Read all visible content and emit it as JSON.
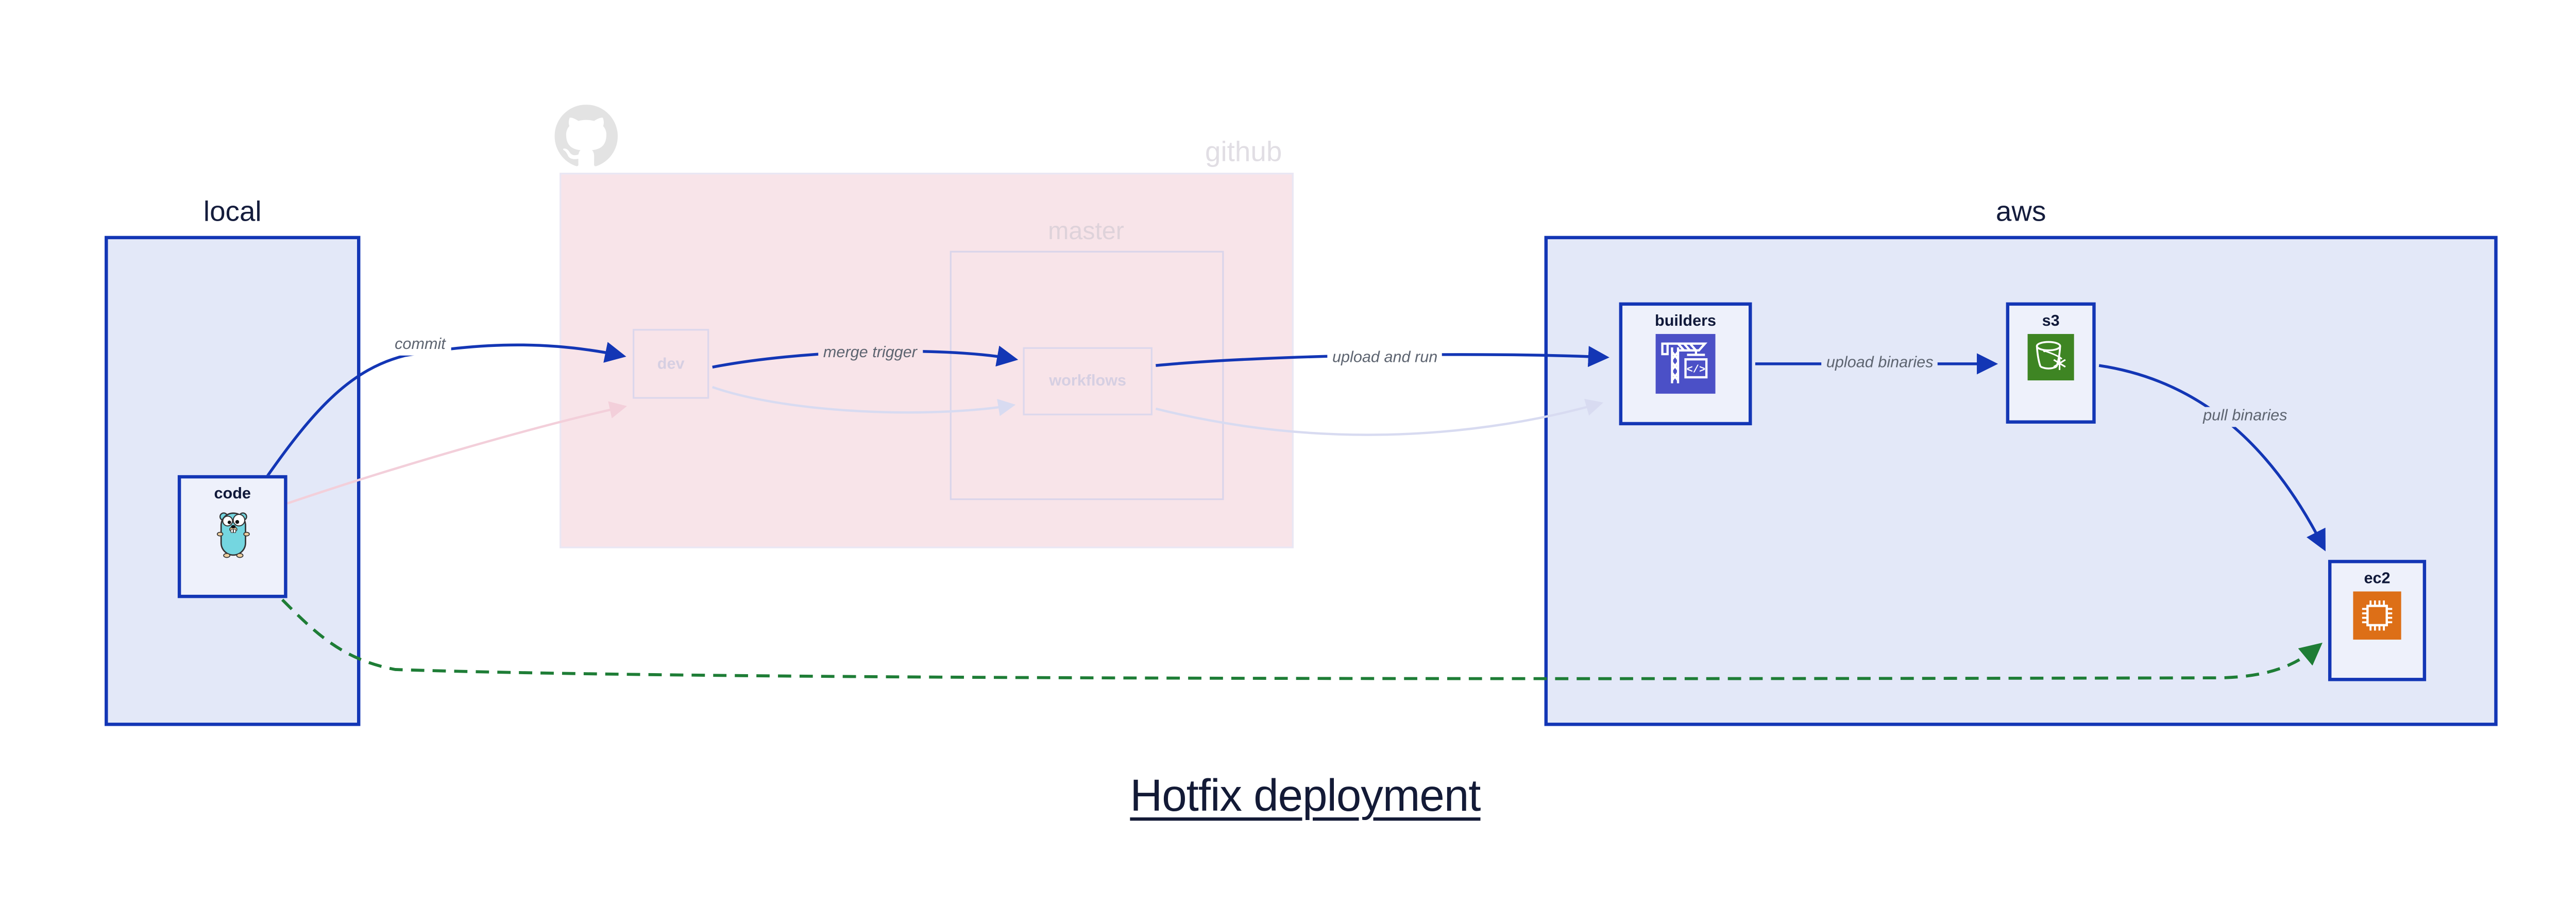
{
  "diagram": {
    "title": "Hotfix deployment",
    "regions": {
      "local": {
        "label": "local"
      },
      "github": {
        "label": "github",
        "branch_label": "master"
      },
      "aws": {
        "label": "aws"
      }
    },
    "nodes": {
      "code": {
        "label": "code",
        "icon": "go-gopher-icon"
      },
      "dev": {
        "label": "dev"
      },
      "workflows": {
        "label": "workflows"
      },
      "builders": {
        "label": "builders",
        "icon": "aws-codebuild-icon"
      },
      "s3": {
        "label": "s3",
        "icon": "aws-s3-glacier-icon"
      },
      "ec2": {
        "label": "ec2",
        "icon": "aws-ec2-chip-icon"
      }
    },
    "edges": {
      "commit": "commit",
      "merge_trigger": "merge trigger",
      "upload_and_run": "upload and run",
      "upload_binaries": "upload binaries",
      "pull_binaries": "pull binaries"
    },
    "colors": {
      "accent_blue": "#1336b5",
      "region_fill": "#e3e8f8",
      "node_fill": "#eef1fb",
      "github_fill": "#f8e4e9",
      "faded_pink_edge": "#f3cfda",
      "faded_lavender_edge": "#d8dbf1",
      "green_dashed_edge": "#1e7d36",
      "edge_label_gray": "#5d6470",
      "text_navy": "#10193a",
      "codebuild_indigo": "#4b50c7",
      "s3_green": "#3e8523",
      "ec2_orange": "#dd6f17",
      "github_gray": "#e3e3e3"
    }
  }
}
